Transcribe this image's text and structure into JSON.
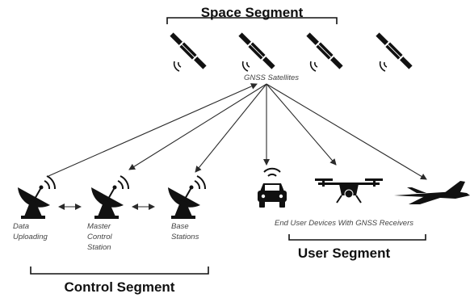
{
  "space_segment": {
    "title": "Space Segment",
    "satellites_label": "GNSS Satellites",
    "satellite_count": 4
  },
  "control_segment": {
    "title": "Control Segment",
    "stations": [
      {
        "name": "dish-data-uploading",
        "label_lines": [
          "Data",
          "Uploading"
        ]
      },
      {
        "name": "dish-master-control",
        "label_lines": [
          "Master",
          "Control",
          "Station"
        ]
      },
      {
        "name": "dish-base-stations",
        "label_lines": [
          "Base",
          "Stations"
        ]
      }
    ]
  },
  "user_segment": {
    "title": "User Segment",
    "devices_label": "End User Devices With GNSS Receivers",
    "devices": [
      "car-icon",
      "drone-icon",
      "jet-icon"
    ]
  },
  "colors": {
    "ink": "#1a1a1a",
    "caption": "#444444",
    "background": "#ffffff"
  }
}
